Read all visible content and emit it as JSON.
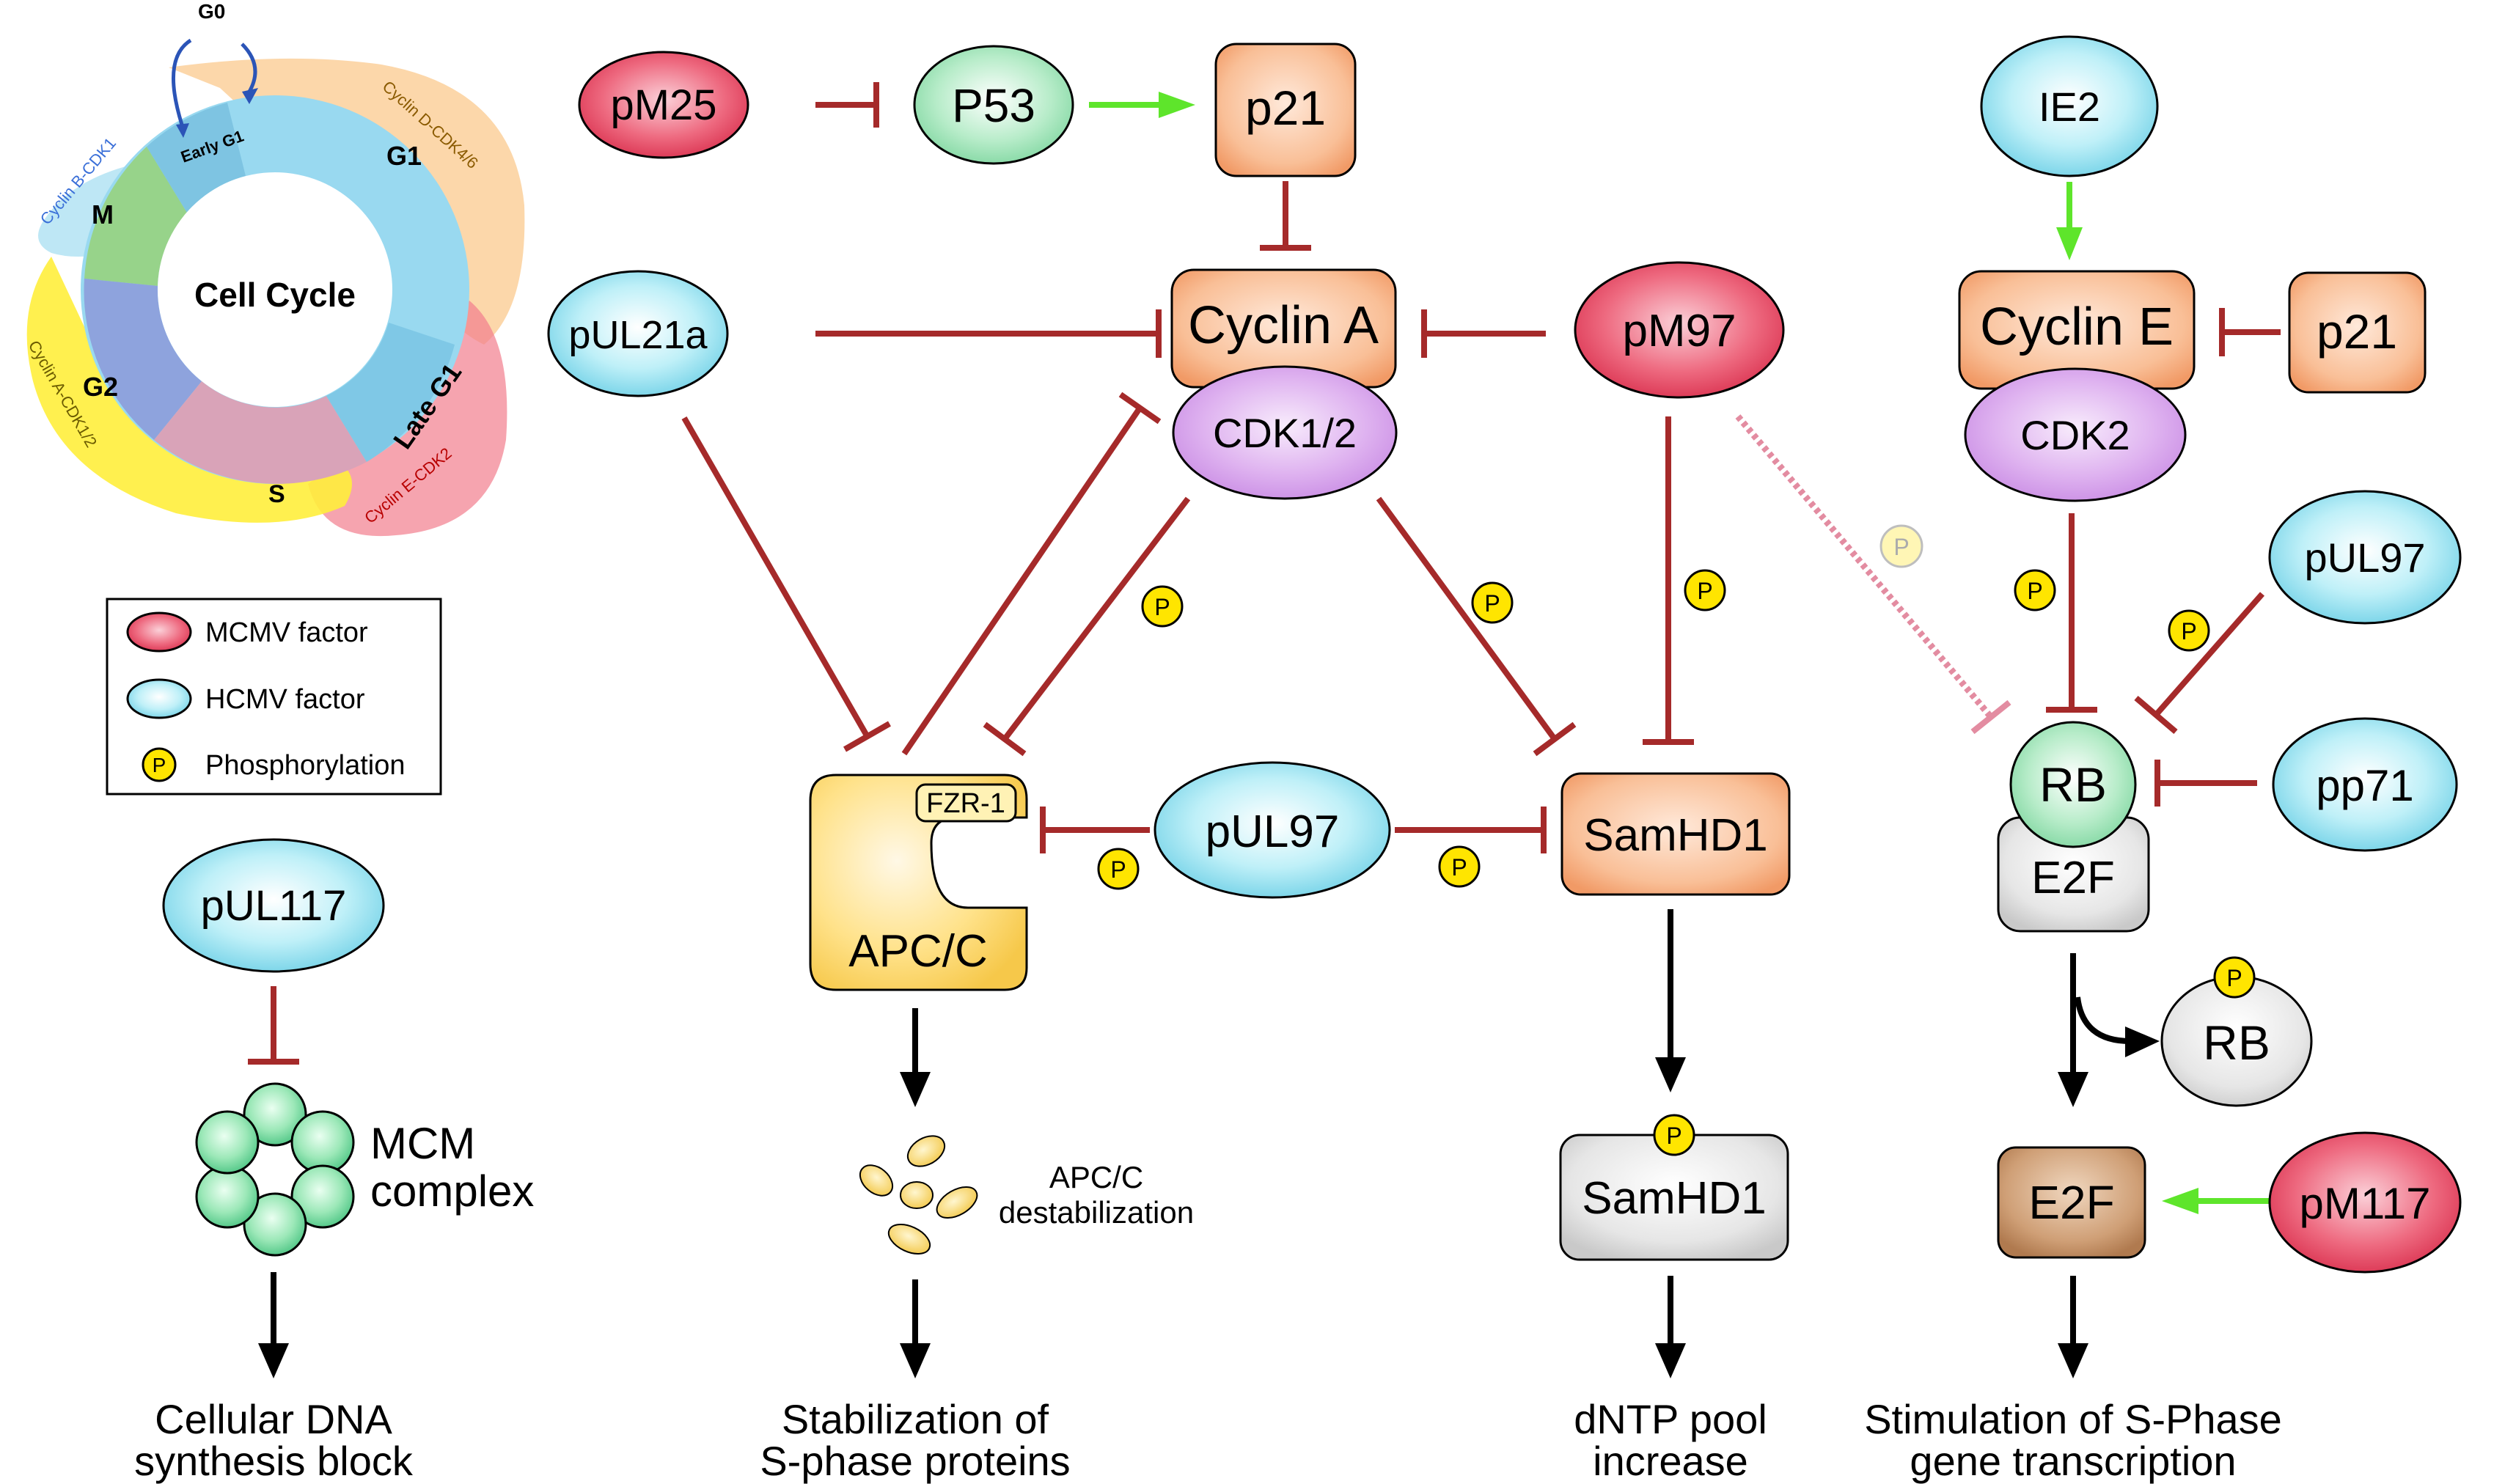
{
  "cell_cycle": {
    "title": "Cell Cycle",
    "phases": {
      "g0": "G0",
      "early_g1": "Early G1",
      "g1": "G1",
      "late_g1": "Late G1",
      "s": "S",
      "g2": "G2",
      "m": "M"
    },
    "complexes": {
      "cyclin_b": "Cyclin B-CDK1",
      "cyclin_d": "Cyclin D-CDK4/6",
      "cyclin_e": "Cyclin E-CDK2",
      "cyclin_a": "Cyclin A-CDK1/2"
    }
  },
  "legend": {
    "mcmv": "MCMV factor",
    "hcmv": "HCMV factor",
    "phos": "Phosphorylation",
    "p_symbol": "P"
  },
  "nodes": {
    "pM25": "pM25",
    "P53": "P53",
    "p21_top": "p21",
    "pUL21a": "pUL21a",
    "cyclin_a": "Cyclin A",
    "cdk12": "CDK1/2",
    "pM97": "pM97",
    "IE2": "IE2",
    "cyclin_e": "Cyclin E",
    "cdk2": "CDK2",
    "p21_right": "p21",
    "pUL97_right": "pUL97",
    "pUL117": "pUL117",
    "fzr1": "FZR-1",
    "apcc": "APC/C",
    "pUL97_mid": "pUL97",
    "samhd1": "SamHD1",
    "RB": "RB",
    "E2F_bound": "E2F",
    "pp71": "pp71",
    "RB_free": "RB",
    "samhd1_p": "SamHD1",
    "E2F": "E2F",
    "pM117": "pM117"
  },
  "labels": {
    "mcm_line1": "MCM",
    "mcm_line2": "complex",
    "apcc_destab_line1": "APC/C",
    "apcc_destab_line2": "destabilization"
  },
  "outcomes": {
    "dna_line1": "Cellular DNA",
    "dna_line2": "synthesis block",
    "stab_line1": "Stabilization of",
    "stab_line2": "S-phase proteins",
    "dntp_line1": "dNTP pool",
    "dntp_line2": "increase",
    "stim_line1": "Stimulation of S-Phase",
    "stim_line2": "gene transcription"
  },
  "colors": {
    "inhibit": "#a52a2a",
    "activate": "#5ee52b",
    "phos_yellow": "#ffe500",
    "mcmv_red": "#e8445e",
    "hcmv_cyan": "#8ee0ee",
    "kinase_orange": "#f9b98a",
    "cdk_violet": "#d9a7ec"
  }
}
